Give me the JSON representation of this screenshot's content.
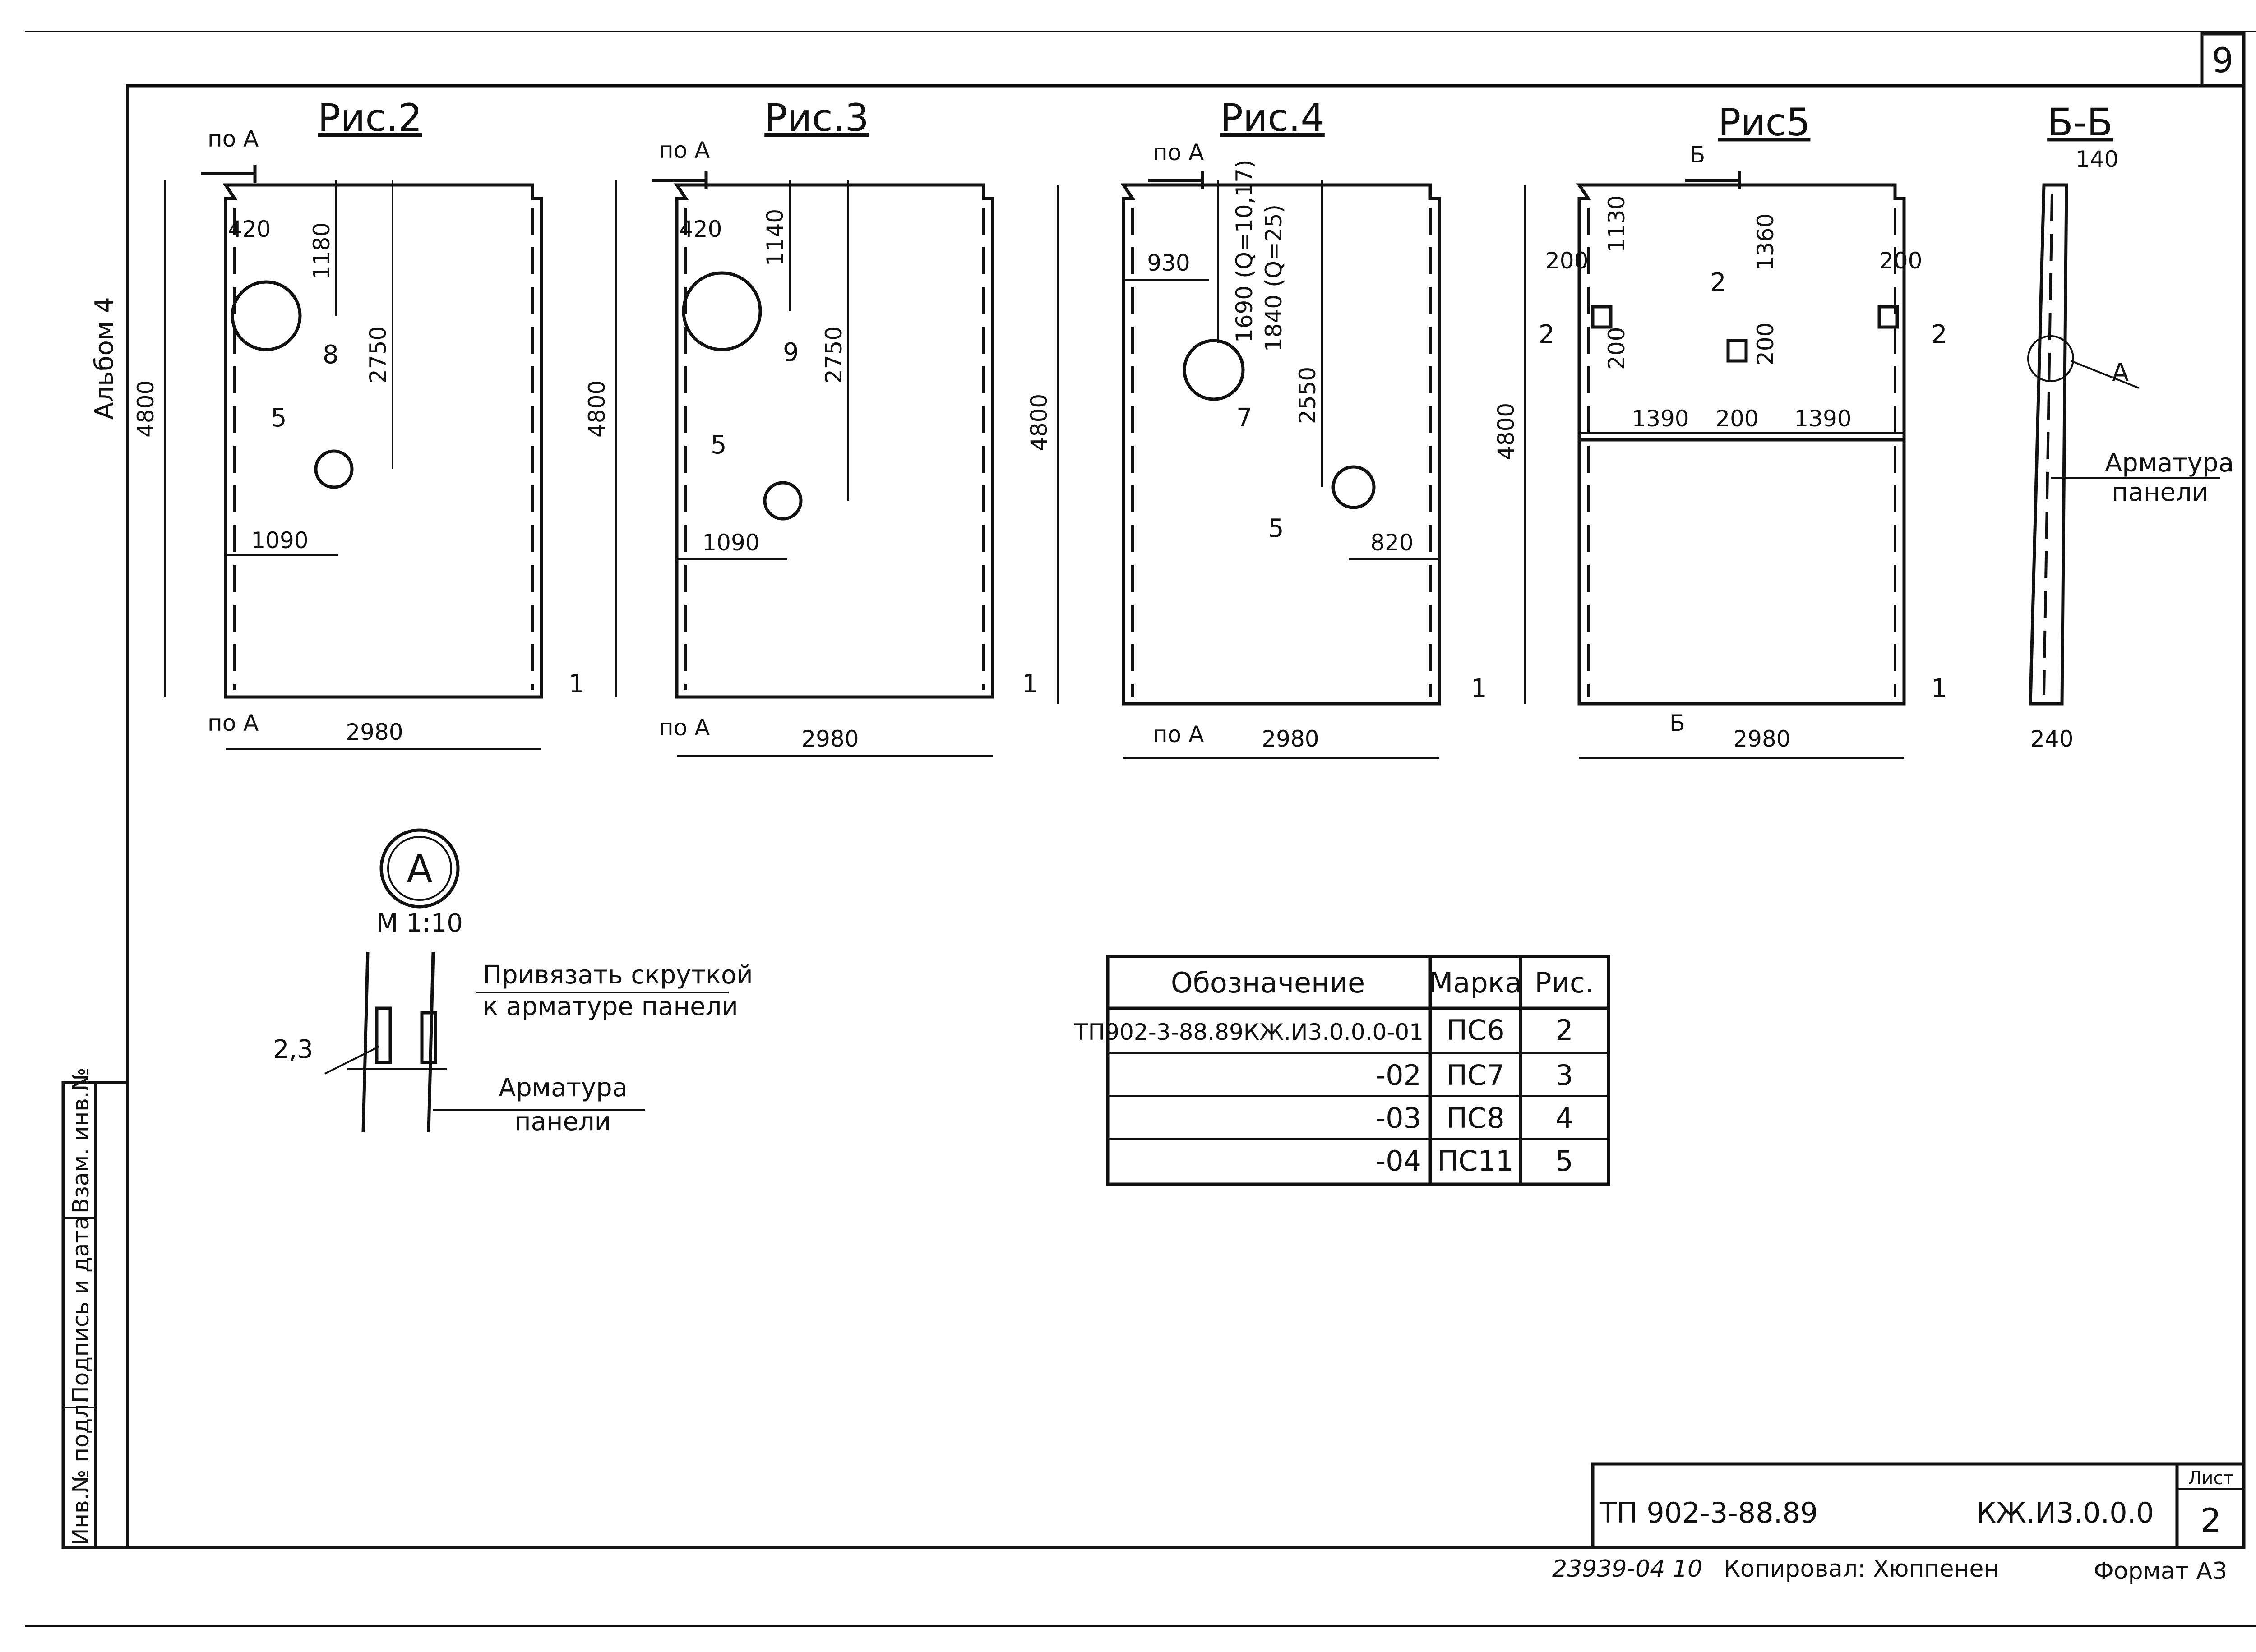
{
  "sheet_number": "9",
  "album_label": "Альбом 4",
  "figures": [
    {
      "title": "Рис.2",
      "section_top": "по А",
      "section_bottom": "по А",
      "height": "4800",
      "width": "2980",
      "dims": [
        "420",
        "1180",
        "2750",
        "1090"
      ],
      "callouts": [
        "8",
        "5",
        "1"
      ]
    },
    {
      "title": "Рис.3",
      "section_top": "по А",
      "section_bottom": "по А",
      "height": "4800",
      "width": "2980",
      "dims": [
        "420",
        "1140",
        "2750",
        "1090"
      ],
      "callouts": [
        "9",
        "5",
        "1"
      ]
    },
    {
      "title": "Рис.4",
      "section_top": "по А",
      "section_bottom": "по А",
      "height": "4800",
      "width": "2980",
      "dims": [
        "930",
        "1690 (Q=10,17)",
        "1840 (Q=25)",
        "2550",
        "820"
      ],
      "callouts": [
        "7",
        "5",
        "1"
      ]
    },
    {
      "title": "Рис5",
      "section_top": "Б",
      "section_bottom": "Б",
      "height": "4800",
      "width": "2980",
      "dims": [
        "200",
        "1130",
        "1360",
        "200",
        "200",
        "200",
        "1390",
        "200",
        "1390"
      ],
      "callouts": [
        "2",
        "2",
        "2",
        "1"
      ]
    }
  ],
  "section_bb": {
    "title": "Б-Б",
    "top_dim": "140",
    "bottom_dim": "240",
    "callout": "А",
    "rebar_label_1": "Арматура",
    "rebar_label_2": "панели"
  },
  "detail_a": {
    "mark": "А",
    "scale": "М 1:10",
    "callout": "2,3",
    "note_1": "Привязать скруткой",
    "note_2": "к арматуре панели",
    "rebar_label_1": "Арматура",
    "rebar_label_2": "панели"
  },
  "table": {
    "headers": [
      "Обозначение",
      "Марка",
      "Рис."
    ],
    "rows": [
      [
        "ТП902-3-88.89КЖ.И3.0.0.0-01",
        "ПС6",
        "2"
      ],
      [
        "-02",
        "ПС7",
        "3"
      ],
      [
        "-03",
        "ПС8",
        "4"
      ],
      [
        "-04",
        "ПС11",
        "5"
      ]
    ]
  },
  "side_stamp": [
    "Инв.№ подл.",
    "Подпись и дата",
    "Взам. инв.№"
  ],
  "title_block": {
    "project": "ТП 902-3-88.89",
    "code": "КЖ.И3.0.0.0",
    "sheet_label": "Лист",
    "sheet_value": "2"
  },
  "footer": {
    "order": "23939-04 10",
    "copied_by": "Копировал: Хюппенен",
    "format": "Формат А3"
  }
}
